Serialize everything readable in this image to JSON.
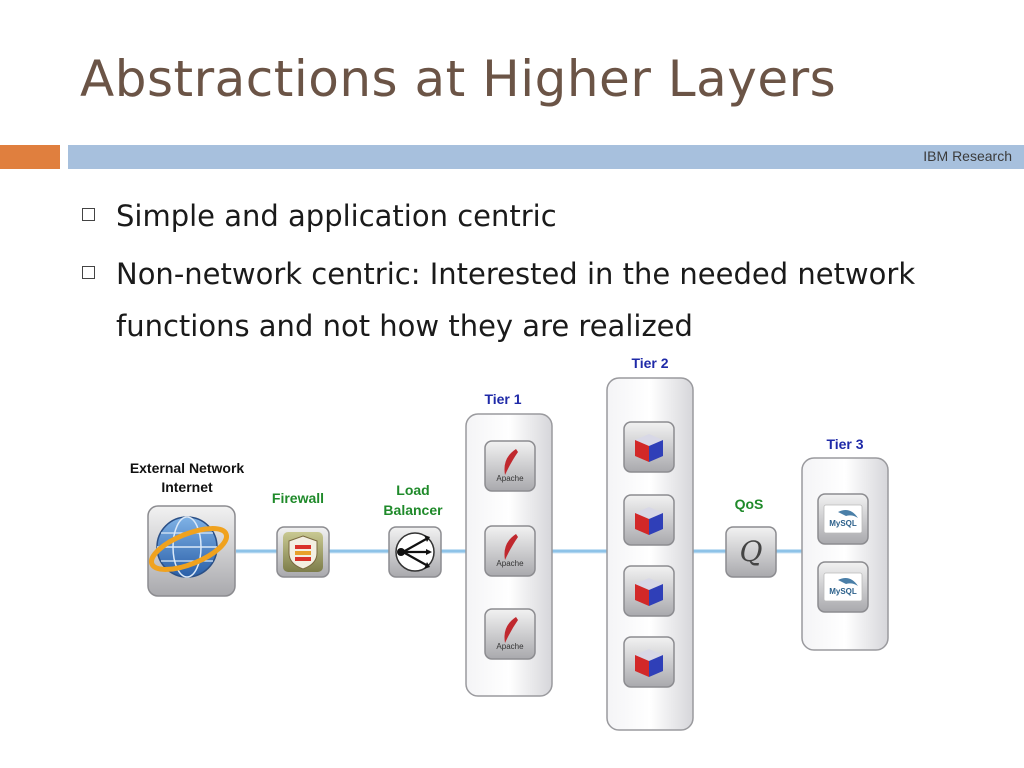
{
  "title": "Abstractions at Higher Layers",
  "brand": "IBM Research",
  "bullets": [
    "Simple and application centric",
    "Non-network centric: Interested in the needed network functions and not how they are realized"
  ],
  "diagram": {
    "external_network_line1": "External Network",
    "external_network_line2": "Internet",
    "firewall": "Firewall",
    "load_balancer_line1": "Load",
    "load_balancer_line2": "Balancer",
    "tier1": "Tier 1",
    "tier2": "Tier 2",
    "tier3": "Tier 3",
    "qos": "QoS",
    "apache_label": "Apache",
    "mysql_label": "MySQL",
    "qos_icon_letter": "Q",
    "colors": {
      "tier_label": "#1f2aa8",
      "component_label": "#1f8a2a",
      "link": "#8ec3e8"
    },
    "icons": [
      "globe-icon",
      "firewall-shield-icon",
      "load-balancer-icon",
      "apache-feather-icon",
      "cube-icon",
      "qos-icon",
      "mysql-icon"
    ]
  }
}
